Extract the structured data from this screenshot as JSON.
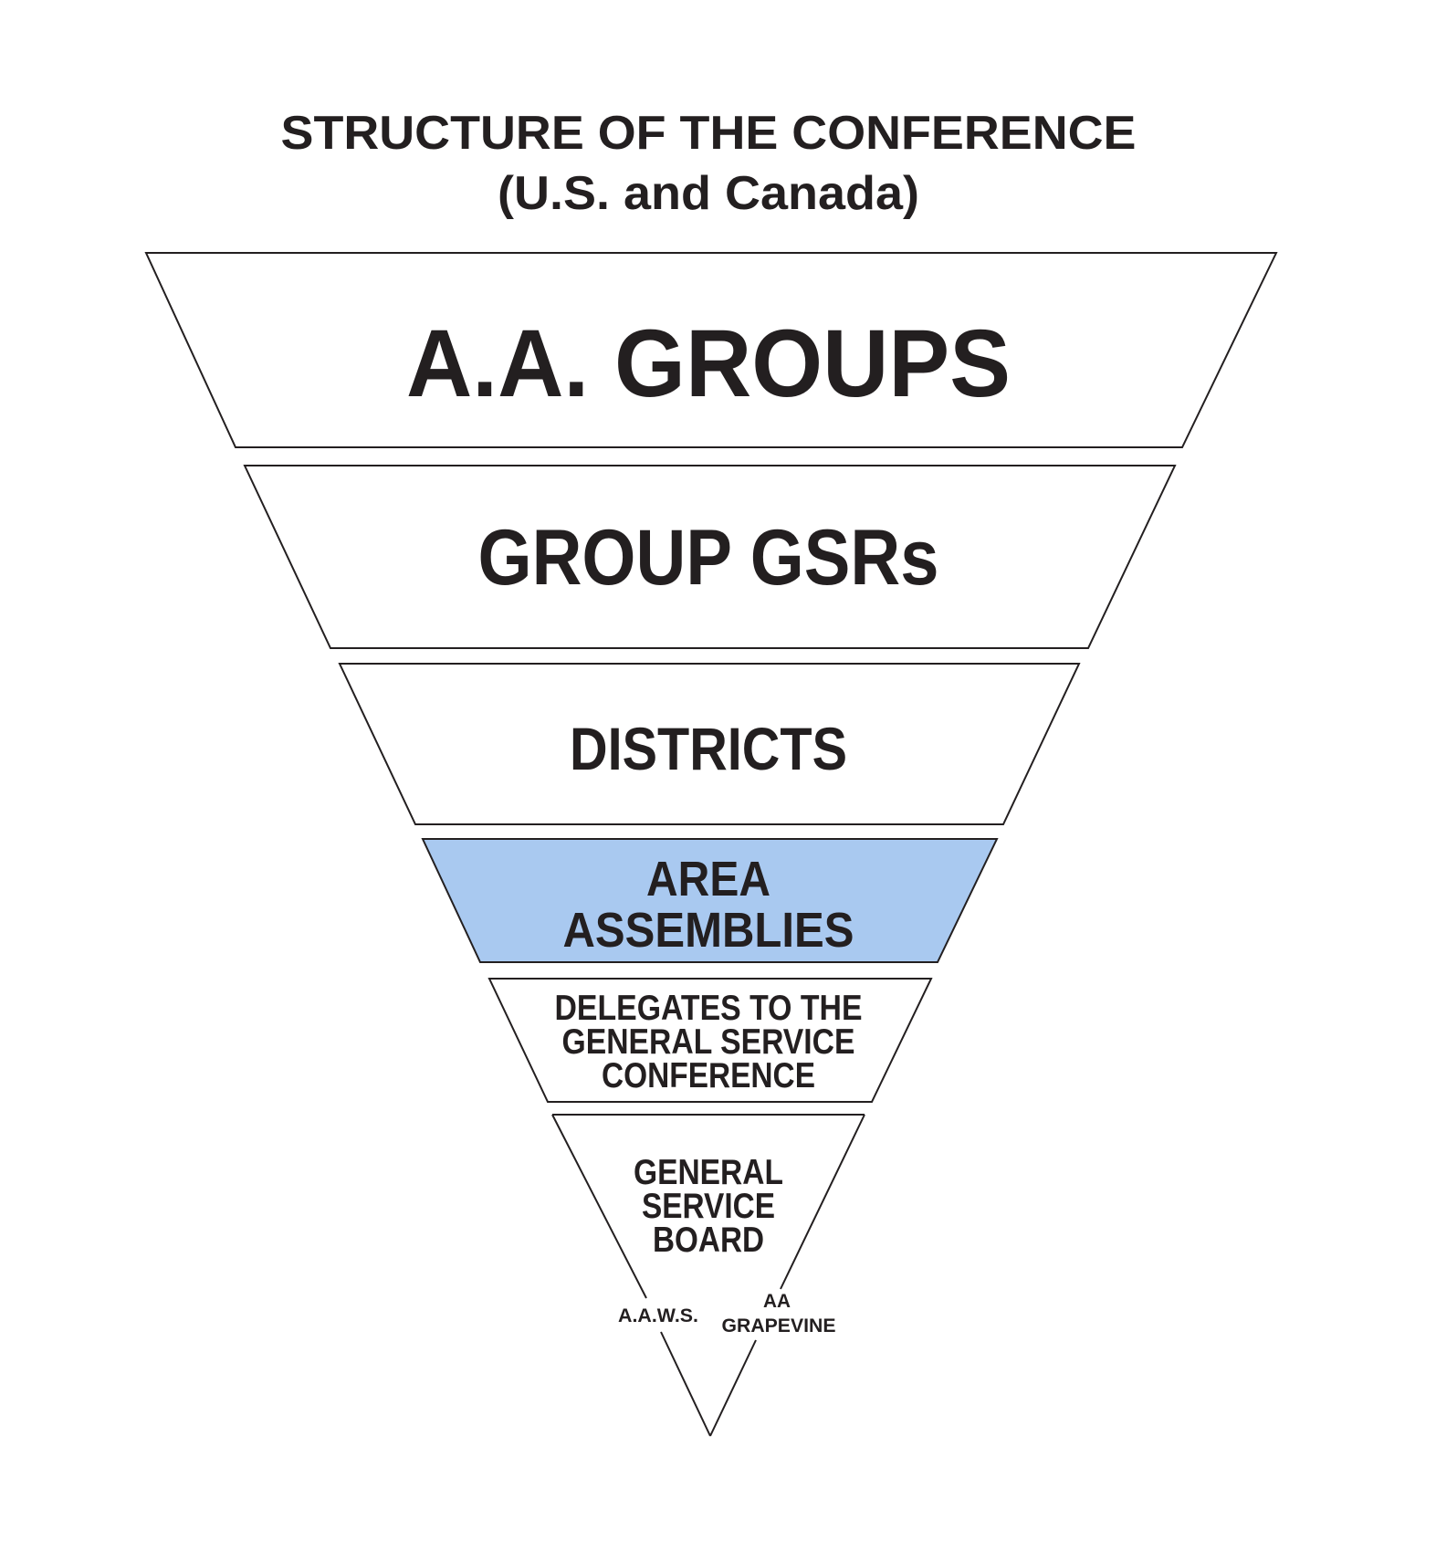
{
  "title": {
    "line1": "STRUCTURE OF THE CONFERENCE",
    "line2": "(U.S. and Canada)"
  },
  "tiers": [
    {
      "lines": [
        "A.A. GROUPS"
      ]
    },
    {
      "lines": [
        "GROUP GSRs"
      ]
    },
    {
      "lines": [
        "DISTRICTS"
      ]
    },
    {
      "lines": [
        "AREA",
        "ASSEMBLIES"
      ],
      "highlight": "#a9c9f0"
    },
    {
      "lines": [
        "DELEGATES TO THE",
        "GENERAL SERVICE",
        "CONFERENCE"
      ]
    },
    {
      "lines": [
        "GENERAL",
        "SERVICE",
        "BOARD"
      ]
    }
  ],
  "affiliates": {
    "left": "A.A.W.S.",
    "right_line1": "AA",
    "right_line2": "GRAPEVINE"
  },
  "colors": {
    "highlight": "#a9c9f0",
    "ink": "#231f20"
  }
}
